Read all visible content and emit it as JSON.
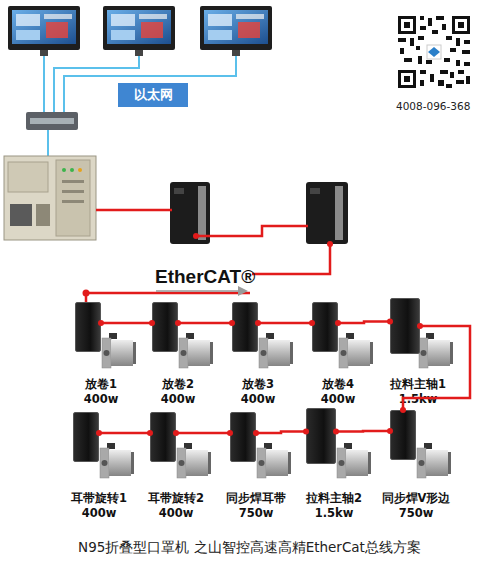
{
  "diagram": {
    "caption": "N95折叠型口罩机 之山智控高速高精EtherCat总线方案",
    "nodes": [
      {
        "text": [
          "以太网"
        ]
      },
      {
        "text": [
          "放卷1",
          "400w"
        ]
      },
      {
        "text": [
          "放卷2",
          "400w"
        ]
      },
      {
        "text": [
          "放卷3",
          "400w"
        ]
      },
      {
        "text": [
          "放卷4",
          "400w"
        ]
      },
      {
        "text": [
          "拉料主轴1",
          "1.5kw"
        ]
      },
      {
        "text": [
          "耳带旋转1",
          "400w"
        ]
      },
      {
        "text": [
          "耳带旋转2",
          "400w"
        ]
      },
      {
        "text": [
          "同步焊耳带",
          "750w"
        ]
      },
      {
        "text": [
          "拉料主轴2",
          "1.5kw"
        ]
      },
      {
        "text": [
          "同步焊V形边",
          "750w"
        ]
      }
    ],
    "edges": [
      {
        "from": 1,
        "to": 2,
        "arrow": "none"
      },
      {
        "from": 2,
        "to": 3,
        "arrow": "none"
      },
      {
        "from": 3,
        "to": 4,
        "arrow": "none"
      },
      {
        "from": 4,
        "to": 5,
        "arrow": "none"
      },
      {
        "from": 5,
        "to": 10,
        "arrow": "none"
      },
      {
        "from": 10,
        "to": 9,
        "arrow": "none"
      },
      {
        "from": 9,
        "to": 8,
        "arrow": "none"
      },
      {
        "from": 8,
        "to": 7,
        "arrow": "none"
      },
      {
        "from": 7,
        "to": 6,
        "arrow": "none"
      }
    ],
    "labels": [
      "4008-096-368",
      "EtherCAT®"
    ]
  }
}
